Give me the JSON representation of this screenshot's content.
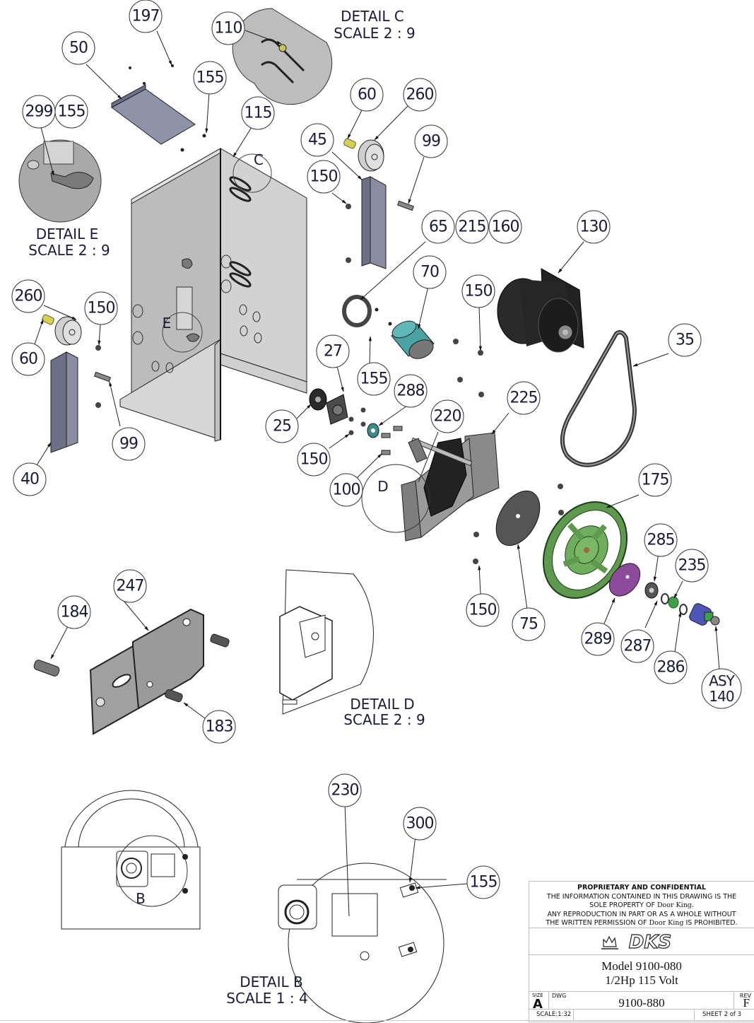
{
  "drawing": {
    "balloons": [
      {
        "id": "b-197",
        "label": "197"
      },
      {
        "id": "b-110",
        "label": "110"
      },
      {
        "id": "b-50",
        "label": "50"
      },
      {
        "id": "b-155a",
        "label": "155"
      },
      {
        "id": "b-299",
        "label": "299"
      },
      {
        "id": "b-155b",
        "label": "155"
      },
      {
        "id": "b-115",
        "label": "115"
      },
      {
        "id": "b-60a",
        "label": "60"
      },
      {
        "id": "b-260a",
        "label": "260"
      },
      {
        "id": "b-45",
        "label": "45"
      },
      {
        "id": "b-99a",
        "label": "99"
      },
      {
        "id": "b-150a",
        "label": "150"
      },
      {
        "id": "b-65",
        "label": "65"
      },
      {
        "id": "b-215",
        "label": "215"
      },
      {
        "id": "b-160",
        "label": "160"
      },
      {
        "id": "b-130",
        "label": "130"
      },
      {
        "id": "b-70",
        "label": "70"
      },
      {
        "id": "b-150b",
        "label": "150"
      },
      {
        "id": "b-35",
        "label": "35"
      },
      {
        "id": "b-260b",
        "label": "260"
      },
      {
        "id": "b-150c",
        "label": "150"
      },
      {
        "id": "b-60b",
        "label": "60"
      },
      {
        "id": "b-27",
        "label": "27"
      },
      {
        "id": "b-155c",
        "label": "155"
      },
      {
        "id": "b-288",
        "label": "288"
      },
      {
        "id": "b-225",
        "label": "225"
      },
      {
        "id": "b-220",
        "label": "220"
      },
      {
        "id": "b-25",
        "label": "25"
      },
      {
        "id": "b-150d",
        "label": "150"
      },
      {
        "id": "b-100",
        "label": "100"
      },
      {
        "id": "b-99b",
        "label": "99"
      },
      {
        "id": "b-40",
        "label": "40"
      },
      {
        "id": "b-175",
        "label": "175"
      },
      {
        "id": "b-285",
        "label": "285"
      },
      {
        "id": "b-235",
        "label": "235"
      },
      {
        "id": "b-150e",
        "label": "150"
      },
      {
        "id": "b-75",
        "label": "75"
      },
      {
        "id": "b-289",
        "label": "289"
      },
      {
        "id": "b-287",
        "label": "287"
      },
      {
        "id": "b-286",
        "label": "286"
      },
      {
        "id": "b-asy140",
        "label": "ASY",
        "label2": "140"
      },
      {
        "id": "b-184",
        "label": "184"
      },
      {
        "id": "b-247",
        "label": "247"
      },
      {
        "id": "b-183",
        "label": "183"
      },
      {
        "id": "b-230",
        "label": "230"
      },
      {
        "id": "b-300",
        "label": "300"
      },
      {
        "id": "b-155d",
        "label": "155"
      }
    ],
    "details": {
      "c": {
        "title": "DETAIL C",
        "scale": "SCALE 2 : 9",
        "marker": "C"
      },
      "e": {
        "title": "DETAIL E",
        "scale": "SCALE 2 : 9",
        "marker": "E"
      },
      "d": {
        "title": "DETAIL D",
        "scale": "SCALE 2 : 9",
        "marker": "D"
      },
      "b": {
        "title": "DETAIL B",
        "scale": "SCALE 1 : 4",
        "marker": "B"
      }
    },
    "colors": {
      "line": "#111111",
      "balloon_text": "#1a1a3a",
      "panel_light": "#cfcfcf",
      "panel_dark": "#b4b4b4",
      "bracket": "#6e7088",
      "pulley_green": "#5e9a4e",
      "capacitor_teal": "#4aa3a3",
      "washer_purple": "#8e4a9a",
      "pin_yellow": "#d8d24a",
      "motor_black": "#1f1f1f",
      "knob_blue": "#4d55b8"
    }
  },
  "title_block": {
    "proprietary_header": "PROPRIETARY AND CONFIDENTIAL",
    "line1": "THE INFORMATION CONTAINED IN THIS DRAWING IS THE",
    "line2_pre": "SOLE PROPERTY OF ",
    "company": "Door King",
    "line2_post": ".",
    "line3": "ANY REPRODUCTION IN PART OR AS A WHOLE WITHOUT",
    "line4_pre": "THE WRITTEN PERMISSION OF ",
    "line4_post": " IS PROHIBITED.",
    "logo_text": "DKS",
    "model": "Model 9100-080",
    "spec": "1/2Hp 115 Volt",
    "size_label": "SIZE",
    "size_value": "A",
    "dwg_label": "DWG",
    "dwg_number": "9100-880",
    "rev_label": "REV",
    "rev_value": "F",
    "scale": "SCALE:1:32",
    "sheet": "SHEET 2 of 3"
  }
}
